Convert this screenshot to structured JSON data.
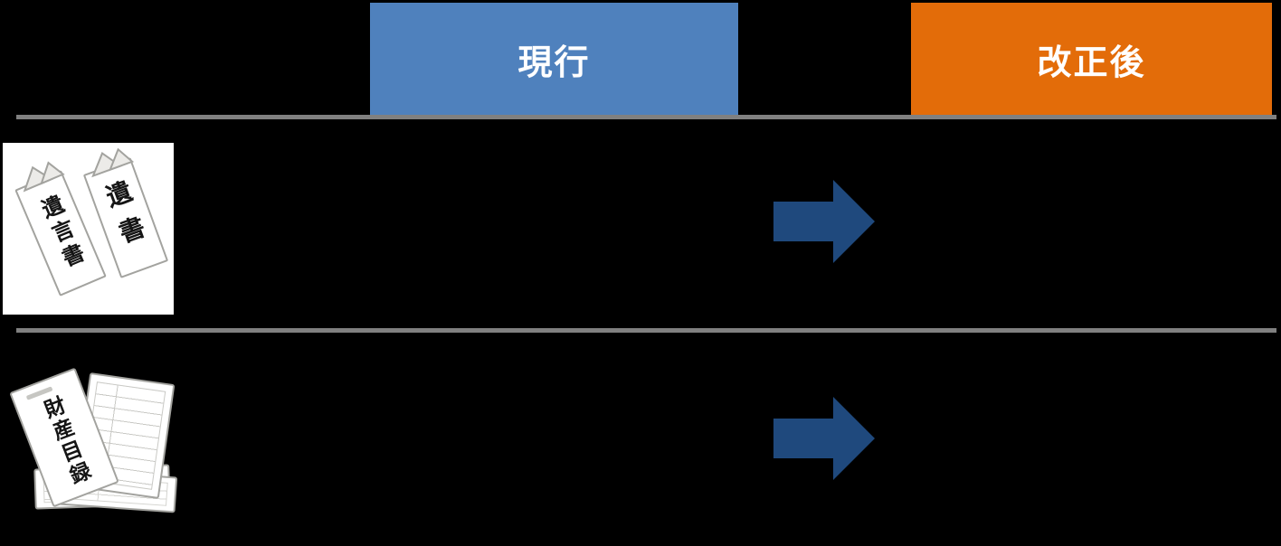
{
  "diagram": {
    "headers": {
      "current_label": "現行",
      "revised_label": "改正後"
    },
    "rows": [
      {
        "name": "will-documents",
        "illustration_labels": [
          "遺言書",
          "遺書"
        ]
      },
      {
        "name": "property-inventory",
        "illustration_labels": [
          "財産目録"
        ]
      }
    ],
    "icons": {
      "arrow_glyph": "right-arrow"
    },
    "colors": {
      "background": "#000000",
      "current_header_bg": "#4F81BD",
      "revised_header_bg": "#E36C09",
      "header_text": "#FFFFFF",
      "divider": "#808080",
      "arrow": "#1F497D",
      "paper_fill": "#FFFFFF",
      "paper_outline": "#A3A39F"
    }
  }
}
